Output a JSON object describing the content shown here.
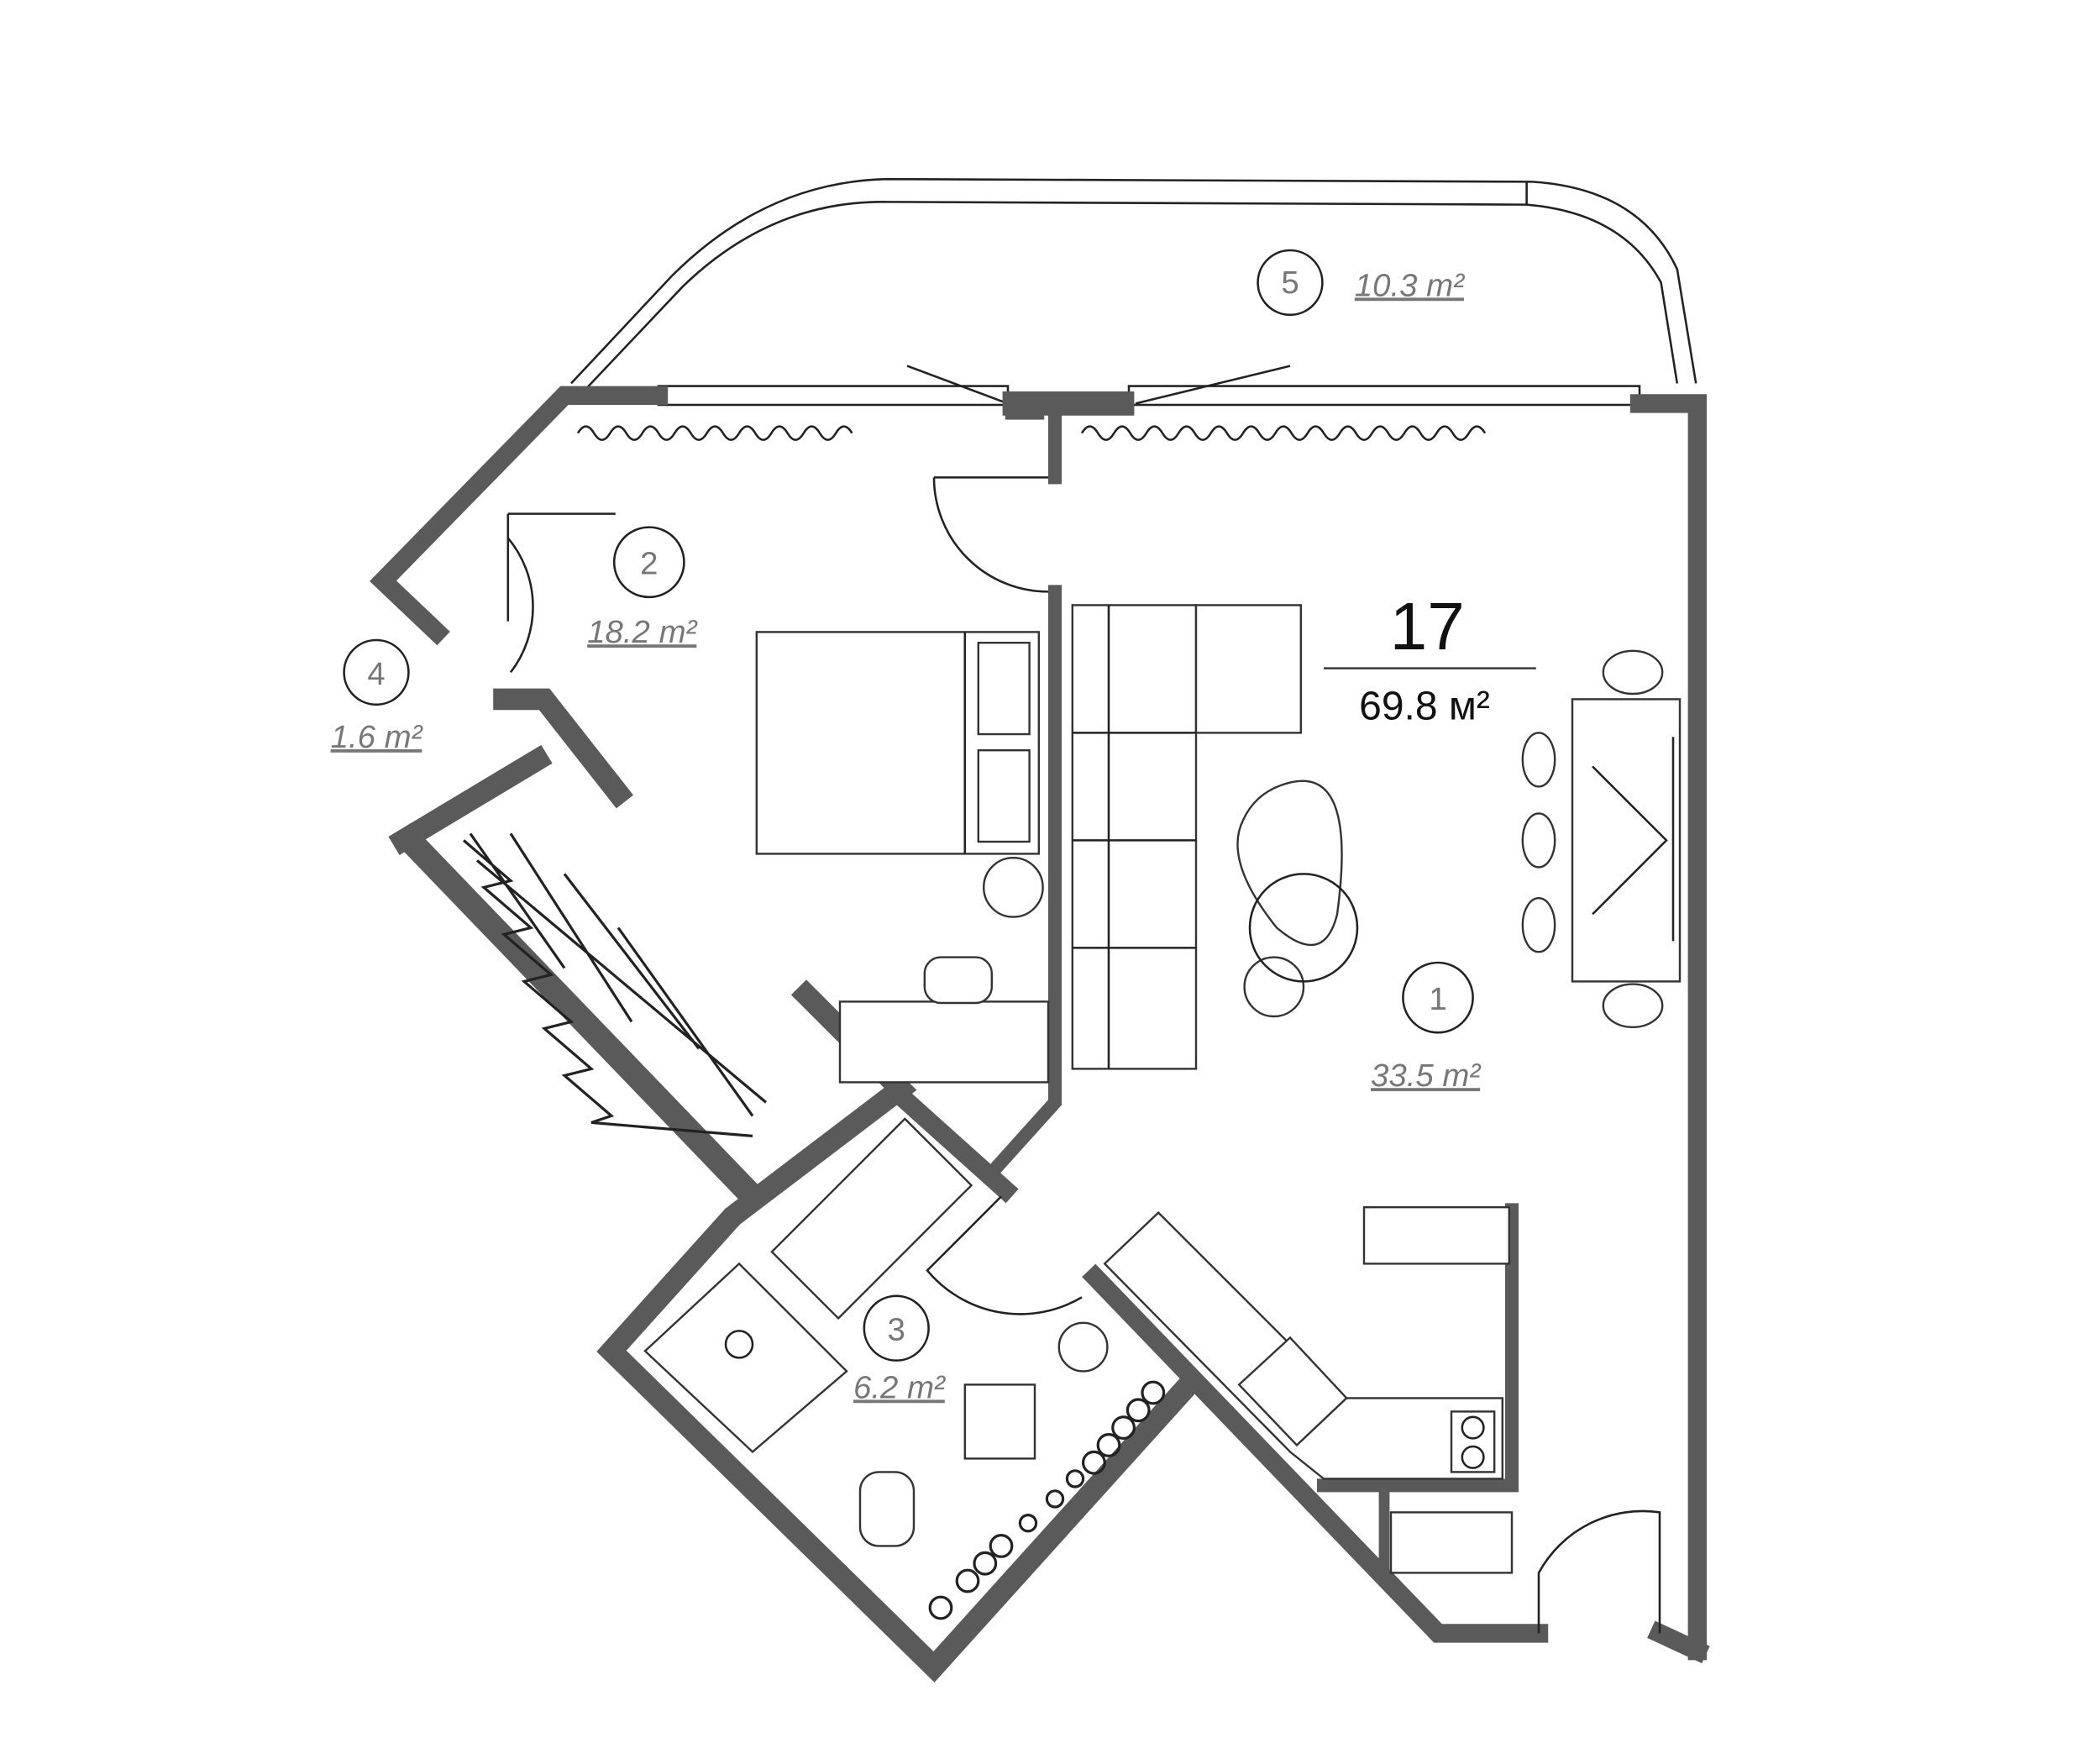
{
  "apartment": {
    "number": "17",
    "total_area": "69.8 м²"
  },
  "rooms": [
    {
      "id": "1",
      "area": "33.5 m²"
    },
    {
      "id": "2",
      "area": "18.2 m²"
    },
    {
      "id": "3",
      "area": "6.2 m²"
    },
    {
      "id": "4",
      "area": "1.6 m²"
    },
    {
      "id": "5",
      "area": "10.3 m²"
    }
  ],
  "colors": {
    "wall": "#5a5a5a",
    "line": "#222222",
    "label": "#777777"
  }
}
